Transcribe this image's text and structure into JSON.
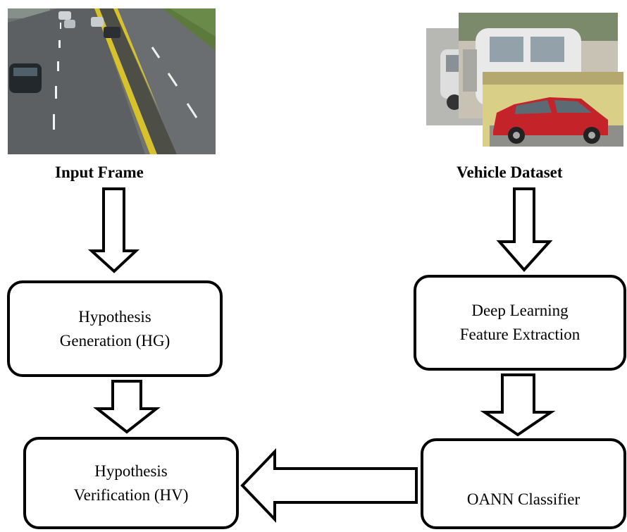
{
  "input_frame": {
    "caption": "Input Frame",
    "image_icon": "highway-traffic-photo"
  },
  "vehicle_dataset": {
    "caption": "Vehicle Dataset",
    "image_icon": "car-images-stack"
  },
  "boxes": {
    "hg": {
      "line1": "Hypothesis",
      "line2": "Generation (HG)"
    },
    "dlfe": {
      "line1": "Deep Learning",
      "line2": "Feature Extraction"
    },
    "hv": {
      "line1": "Hypothesis",
      "line2": "Verification (HV)"
    },
    "oann": {
      "line1": "OANN Classifier"
    }
  },
  "colors": {
    "stroke": "#000000",
    "background": "#ffffff"
  }
}
